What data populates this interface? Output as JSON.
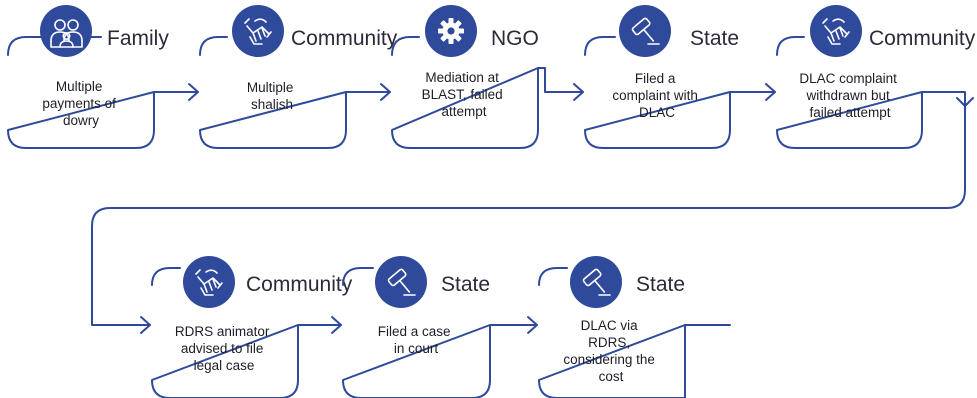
{
  "steps": [
    {
      "category": "Family",
      "icon": "family-icon",
      "lines": [
        "Multiple",
        "payments of",
        "dowry"
      ]
    },
    {
      "category": "Community",
      "icon": "hands-icon",
      "lines": [
        "Multiple",
        "shalish"
      ]
    },
    {
      "category": "NGO",
      "icon": "gear-icon",
      "lines": [
        "Mediation at",
        "BLAST, failed",
        "attempt"
      ]
    },
    {
      "category": "State",
      "icon": "gavel-icon",
      "lines": [
        "Filed a",
        "complaint with",
        "DLAC"
      ]
    },
    {
      "category": "Community",
      "icon": "hands-icon",
      "lines": [
        "DLAC complaint",
        "withdrawn but",
        "failed attempt"
      ]
    },
    {
      "category": "Community",
      "icon": "hands-icon",
      "lines": [
        "RDRS animator",
        "advised to file",
        "legal case"
      ]
    },
    {
      "category": "State",
      "icon": "gavel-icon",
      "lines": [
        "Filed a case",
        "in court"
      ]
    },
    {
      "category": "State",
      "icon": "gavel-icon",
      "lines": [
        "DLAC via",
        "RDRS,",
        "considering the",
        "cost"
      ]
    }
  ],
  "colors": {
    "accent": "#2f4a9b",
    "text": "#1d1d28"
  }
}
